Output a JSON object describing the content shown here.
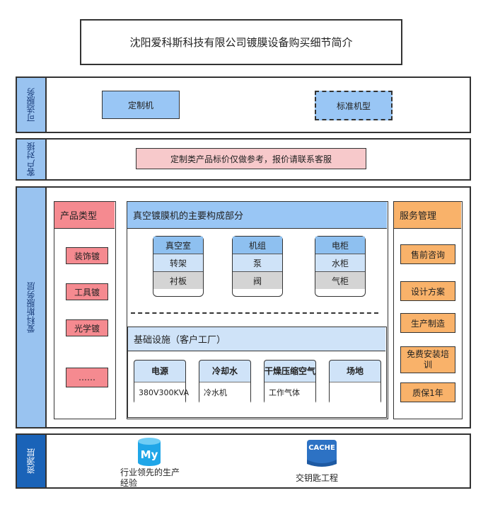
{
  "title": "沈阳爱科斯科技有限公司镀膜设备购买细节简介",
  "optional_layer": {
    "label": "可选服务",
    "items": [
      "定制机",
      "标准机型"
    ]
  },
  "customer_layer": {
    "label": "客户对接",
    "notice": "定制类产品标价仅做参考，报价请联系客服"
  },
  "service_layer": {
    "label": "爱科斯服务层",
    "product_types": {
      "header": "产品类型",
      "items": [
        "装饰镀",
        "工具镀",
        "光学镀",
        "……"
      ]
    },
    "main_parts": {
      "header": "真空镀膜机的主要构成部分",
      "groups": [
        [
          "真空室",
          "转架",
          "衬板"
        ],
        [
          "机组",
          "泵",
          "阀"
        ],
        [
          "电柜",
          "水柜",
          "气柜"
        ]
      ]
    },
    "infrastructure": {
      "header": "基础设施（客户工厂）",
      "items": [
        {
          "name": "电源",
          "detail": "380V300KVA"
        },
        {
          "name": "冷却水",
          "detail": "冷水机"
        },
        {
          "name": "干燥压缩空气",
          "detail": "工作气体"
        },
        {
          "name": "场地",
          "detail": ""
        }
      ]
    },
    "service_mgmt": {
      "header": "服务管理",
      "items": [
        "售前咨询",
        "设计方案",
        "生产制造",
        "免费安装培训",
        "质保1年"
      ]
    }
  },
  "resource_layer": {
    "label": "资源层",
    "items": [
      {
        "icon": "mysql-database-icon",
        "icon_text": "My",
        "label": "行业领先的生产经验"
      },
      {
        "icon": "cache-database-icon",
        "icon_text": "CACHE",
        "label": "交钥匙工程"
      }
    ]
  },
  "colors": {
    "side_light": "#99c3f0",
    "side_dark": "#1a63b8",
    "blue_box": "#99c6f5",
    "pink_box": "#f7c9cb",
    "red_box": "#f58a90",
    "orange_box": "#f9b26a"
  }
}
